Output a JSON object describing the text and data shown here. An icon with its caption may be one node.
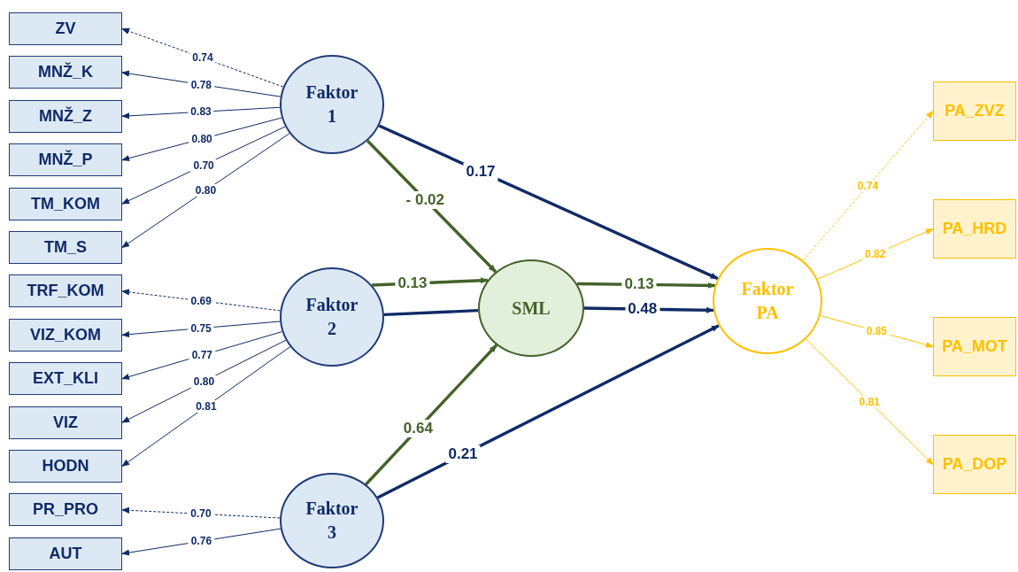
{
  "diagram": {
    "nodes": [
      {
        "text": [
          "ZV"
        ]
      },
      {
        "text": [
          "MNŽ_K"
        ]
      },
      {
        "text": [
          "MNŽ_Z"
        ]
      },
      {
        "text": [
          "MNŽ_P"
        ]
      },
      {
        "text": [
          "TM_KOM"
        ]
      },
      {
        "text": [
          "TM_S"
        ]
      },
      {
        "text": [
          "TRF_KOM"
        ]
      },
      {
        "text": [
          "VIZ_KOM"
        ]
      },
      {
        "text": [
          "EXT_KLI"
        ]
      },
      {
        "text": [
          "VIZ"
        ]
      },
      {
        "text": [
          "HODN"
        ]
      },
      {
        "text": [
          "PR_PRO"
        ]
      },
      {
        "text": [
          "AUT"
        ]
      },
      {
        "text": [
          "Faktor 1"
        ]
      },
      {
        "text": [
          "Faktor 2"
        ]
      },
      {
        "text": [
          "Faktor 3"
        ]
      },
      {
        "text": [
          "SML"
        ]
      },
      {
        "text": [
          "Faktor PA"
        ]
      },
      {
        "text": [
          "PA_ZVZ"
        ]
      },
      {
        "text": [
          "PA_HRD"
        ]
      },
      {
        "text": [
          "PA_MOT"
        ]
      },
      {
        "text": [
          "PA_DOP"
        ]
      }
    ],
    "edges": [
      {
        "from": 13,
        "to": 0,
        "arrow": "to",
        "label": "0.74",
        "style": "dashed"
      },
      {
        "from": 13,
        "to": 1,
        "arrow": "to",
        "label": "0.78"
      },
      {
        "from": 13,
        "to": 2,
        "arrow": "to",
        "label": "0.83"
      },
      {
        "from": 13,
        "to": 3,
        "arrow": "to",
        "label": "0.80"
      },
      {
        "from": 13,
        "to": 4,
        "arrow": "to",
        "label": "0.70"
      },
      {
        "from": 13,
        "to": 5,
        "arrow": "to",
        "label": "0.80"
      },
      {
        "from": 14,
        "to": 6,
        "arrow": "to",
        "label": "0.69",
        "style": "dashed"
      },
      {
        "from": 14,
        "to": 7,
        "arrow": "to",
        "label": "0.75"
      },
      {
        "from": 14,
        "to": 8,
        "arrow": "to",
        "label": "0.77"
      },
      {
        "from": 14,
        "to": 9,
        "arrow": "to",
        "label": "0.80"
      },
      {
        "from": 14,
        "to": 10,
        "arrow": "to",
        "label": "0.81"
      },
      {
        "from": 15,
        "to": 11,
        "arrow": "to",
        "label": "0.70",
        "style": "dashed"
      },
      {
        "from": 15,
        "to": 12,
        "arrow": "to",
        "label": "0.76"
      },
      {
        "from": 13,
        "to": 17,
        "arrow": "to",
        "label": "0.17",
        "style": "thick"
      },
      {
        "from": 13,
        "to": 16,
        "arrow": "to",
        "label": "- 0.02",
        "style": "thick",
        "color": "#44622a"
      },
      {
        "from": 14,
        "to": 16,
        "arrow": "to",
        "label": "0.13",
        "style": "thick",
        "color": "#44622a"
      },
      {
        "from": 14,
        "to": 16,
        "arrow": "none",
        "style": "thick"
      },
      {
        "from": 15,
        "to": 16,
        "arrow": "to",
        "label": "0.64",
        "style": "thick",
        "color": "#44622a"
      },
      {
        "from": 15,
        "to": 17,
        "arrow": "to",
        "label": "0.21",
        "style": "thick"
      },
      {
        "from": 16,
        "to": 17,
        "arrow": "to",
        "label": "0.13",
        "style": "thick",
        "color": "#44622a"
      },
      {
        "from": 16,
        "to": 17,
        "arrow": "to",
        "label": "0.48",
        "style": "thick"
      },
      {
        "from": 17,
        "to": 18,
        "arrow": "to",
        "label": "0.74",
        "style": "dashed",
        "color": "#ffc000"
      },
      {
        "from": 17,
        "to": 19,
        "arrow": "to",
        "label": "0.82",
        "color": "#ffc000"
      },
      {
        "from": 17,
        "to": 20,
        "arrow": "to",
        "label": "0.85",
        "color": "#ffc000"
      },
      {
        "from": 17,
        "to": 21,
        "arrow": "to",
        "label": "0.81",
        "color": "#ffc000"
      }
    ]
  }
}
